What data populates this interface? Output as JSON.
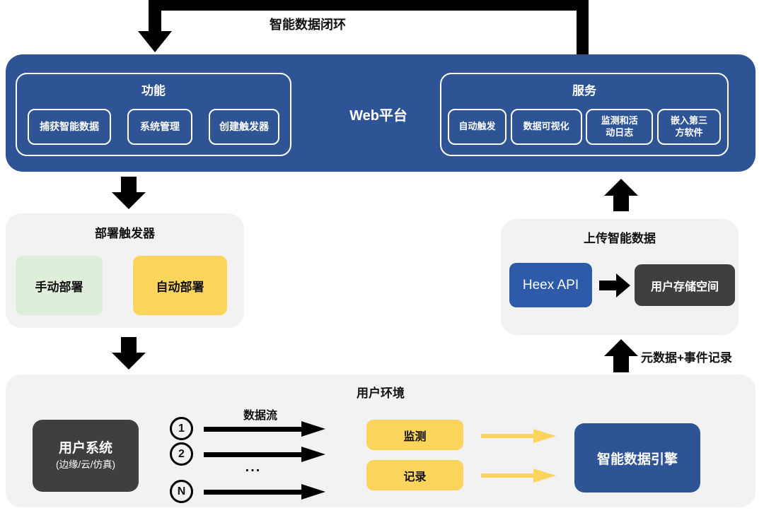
{
  "loop": {
    "label": "智能数据闭环"
  },
  "platform": {
    "title": "Web平台",
    "functions": {
      "title": "功能",
      "items": [
        "捕获智能数据",
        "系统管理",
        "创建触发器"
      ]
    },
    "services": {
      "title": "服务",
      "items": [
        "自动触发",
        "数据可视化",
        "监测和活\n动日志",
        "嵌入第三\n方软件"
      ]
    }
  },
  "deploy": {
    "title": "部署触发器",
    "manual": "手动部署",
    "auto": "自动部署"
  },
  "upload": {
    "title": "上传智能数据",
    "api": "Heex API",
    "storage": "用户存储空间",
    "arrow_label": "元数据+事件记录"
  },
  "environment": {
    "title": "用户环境",
    "user_system": {
      "title": "用户系统",
      "subtitle": "(边缘/云/仿真)"
    },
    "streams": {
      "label": "数据流",
      "markers": [
        "1",
        "2",
        "N"
      ],
      "ellipsis": "..."
    },
    "monitor": "监测",
    "record": "记录",
    "engine": "智能数据引擎"
  },
  "colors": {
    "platform_blue": "#2F5496",
    "heex_blue": "#2D5BA9",
    "engine_blue": "#2F5496",
    "panel_gray": "#F2F2F2",
    "green": "#DFEEDA",
    "yellow": "#FBD45C",
    "dark_gray": "#3F3F3F",
    "arrow_black": "#000000"
  }
}
